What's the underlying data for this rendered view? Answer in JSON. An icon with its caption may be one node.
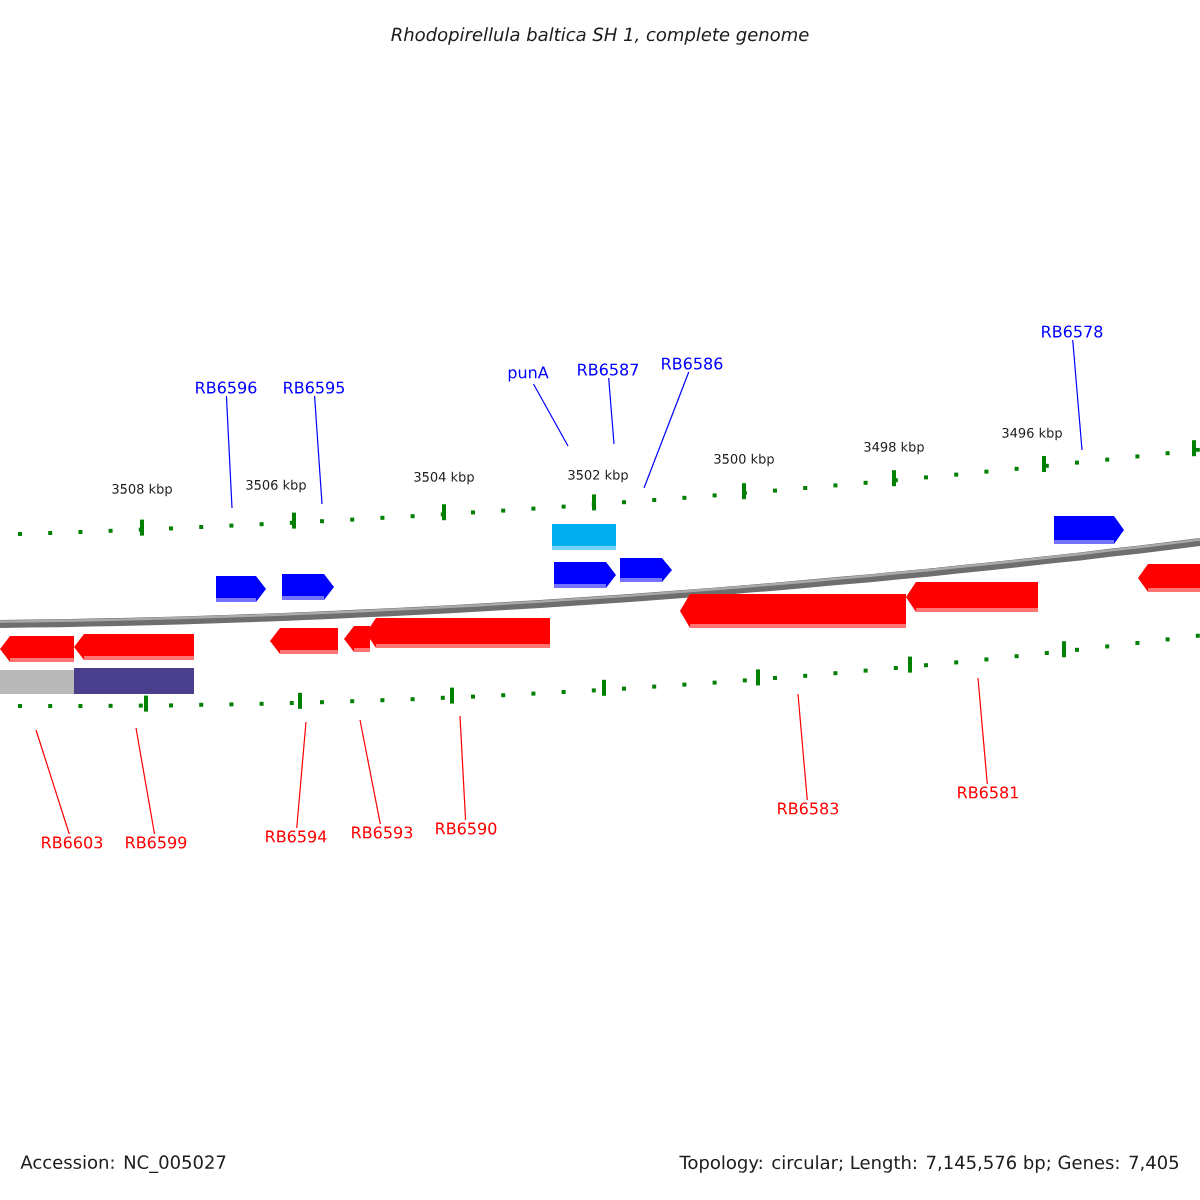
{
  "diagram": {
    "title": "Rhodopirellula baltica SH 1, complete genome",
    "nodes": [
      {
        "text": [
          "RB6596"
        ]
      },
      {
        "text": [
          "RB6595"
        ]
      },
      {
        "text": [
          "punA"
        ]
      },
      {
        "text": [
          "RB6587"
        ]
      },
      {
        "text": [
          "RB6586"
        ]
      },
      {
        "text": [
          "RB6578"
        ]
      },
      {
        "text": [
          "RB6603"
        ]
      },
      {
        "text": [
          "RB6599"
        ]
      },
      {
        "text": [
          "RB6594"
        ]
      },
      {
        "text": [
          "RB6593"
        ]
      },
      {
        "text": [
          "RB6590"
        ]
      },
      {
        "text": [
          "RB6583"
        ]
      },
      {
        "text": [
          "RB6581"
        ]
      }
    ],
    "edges": [
      {
        "from": 0,
        "to": null,
        "arrow": "none",
        "color": "#0000ff"
      },
      {
        "from": 1,
        "to": null,
        "arrow": "none",
        "color": "#0000ff"
      },
      {
        "from": 2,
        "to": null,
        "arrow": "none",
        "color": "#0000ff"
      },
      {
        "from": 3,
        "to": null,
        "arrow": "none",
        "color": "#0000ff"
      },
      {
        "from": 4,
        "to": null,
        "arrow": "none",
        "color": "#0000ff"
      },
      {
        "from": 5,
        "to": null,
        "arrow": "none",
        "color": "#0000ff"
      },
      {
        "from": 6,
        "to": null,
        "arrow": "none",
        "color": "#ff0000"
      },
      {
        "from": 7,
        "to": null,
        "arrow": "none",
        "color": "#ff0000"
      },
      {
        "from": 8,
        "to": null,
        "arrow": "none",
        "color": "#ff0000"
      },
      {
        "from": 9,
        "to": null,
        "arrow": "none",
        "color": "#ff0000"
      },
      {
        "from": 10,
        "to": null,
        "arrow": "none",
        "color": "#ff0000"
      },
      {
        "from": 11,
        "to": null,
        "arrow": "none",
        "color": "#ff0000"
      },
      {
        "from": 12,
        "to": null,
        "arrow": "none",
        "color": "#ff0000"
      }
    ],
    "labels": [
      "3508 kbp",
      "3506 kbp",
      "3504 kbp",
      "3502 kbp",
      "3500 kbp",
      "3498 kbp",
      "3496 kbp",
      "Accession: NC_005027",
      "Topology: circular; Length: 7,145,576 bp; Genes: 7,405"
    ]
  }
}
